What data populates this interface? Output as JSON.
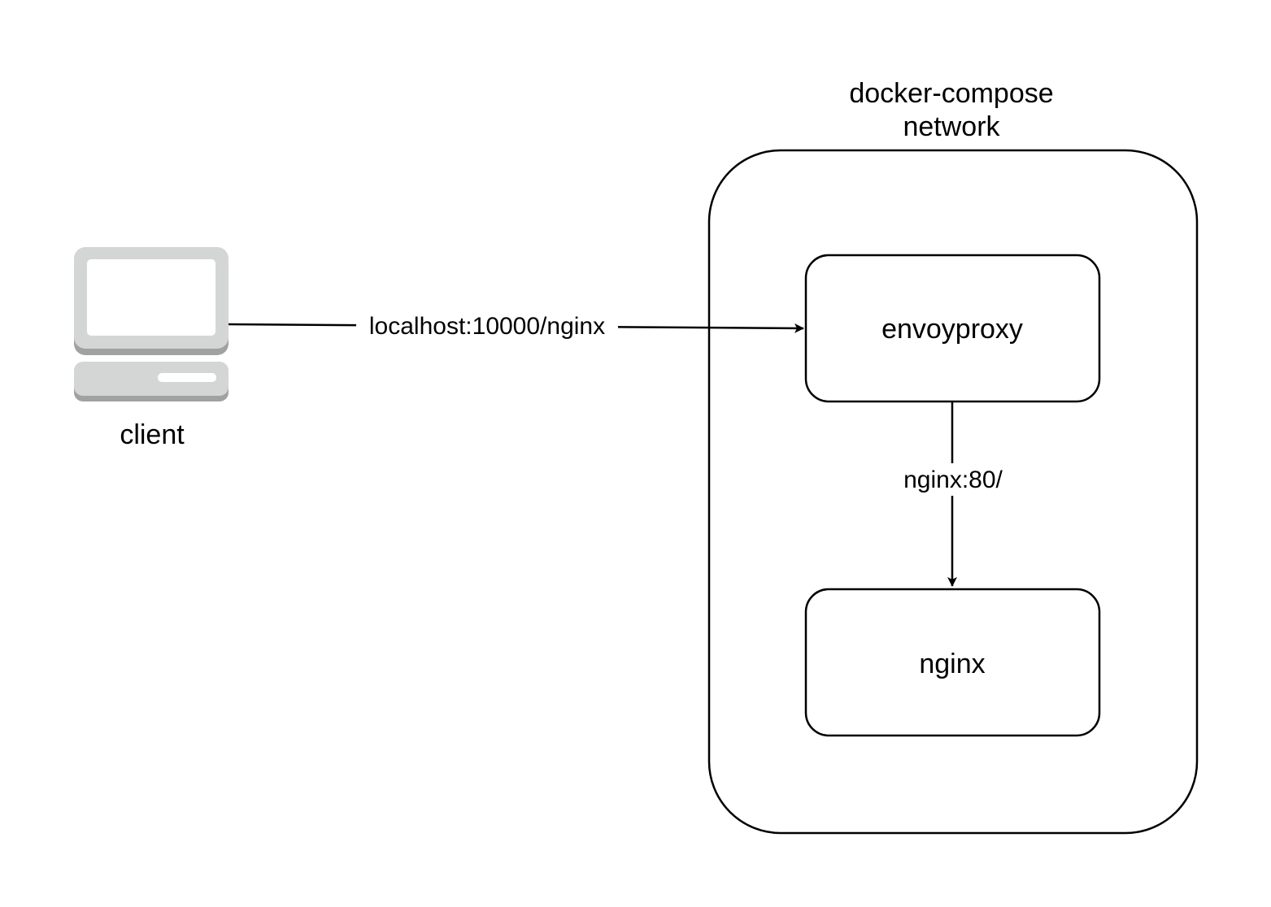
{
  "colors": {
    "background": "#ffffff",
    "stroke": "#000000",
    "computer_light": "#d4d5d5",
    "computer_dark": "#a0a1a1",
    "computer_screen": "#ffffff"
  },
  "client": {
    "icon": "desktop-computer-icon",
    "label": "client"
  },
  "network": {
    "label_line1": "docker-compose",
    "label_line2": "network"
  },
  "nodes": {
    "envoyproxy": {
      "label": "envoyproxy"
    },
    "nginx": {
      "label": "nginx"
    }
  },
  "edges": {
    "client_to_envoy": {
      "label": "localhost:10000/nginx"
    },
    "envoy_to_nginx": {
      "label": "nginx:80/"
    }
  }
}
